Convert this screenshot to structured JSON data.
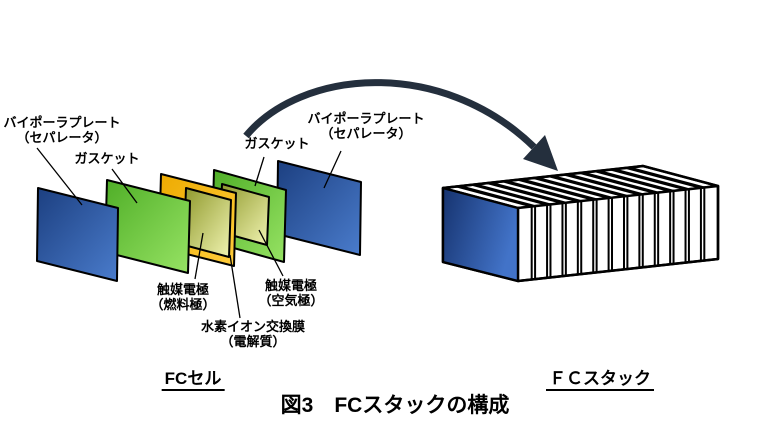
{
  "figure": {
    "caption": "図3　FCスタックの構成",
    "cell_caption": "FCセル",
    "stack_caption": "ＦＣスタック"
  },
  "cell": {
    "labels": {
      "bipolar_left": {
        "line1": "バイポーラプレート",
        "line2": "（セパレータ）"
      },
      "gasket_left": {
        "text": "ガスケット"
      },
      "gasket_right": {
        "text": "ガスケット"
      },
      "bipolar_right": {
        "line1": "バイポーラプレート",
        "line2": "（セパレータ）"
      },
      "catalyst_fuel": {
        "line1": "触媒電極",
        "line2": "（燃料極）"
      },
      "membrane": {
        "line1": "水素イオン交換膜",
        "line2": "（電解質）"
      },
      "catalyst_air": {
        "line1": "触媒電極",
        "line2": "（空気極）"
      }
    }
  },
  "colors": {
    "bipolar_plate_blue_dark": "#1e4486",
    "bipolar_plate_blue_light": "#4a7ccc",
    "gasket_green_dark": "#4fae27",
    "gasket_green_light": "#97e364",
    "membrane_gold_dark": "#edaa00",
    "membrane_gold_light": "#ffcd3c",
    "catalyst_olive_dark": "#8e982b",
    "catalyst_olive_light": "#f1f4b2",
    "stack_plate_white": "#ffffff",
    "arrow_dark": "#242f3d",
    "outline_black": "#000000",
    "background": "#ffffff"
  }
}
